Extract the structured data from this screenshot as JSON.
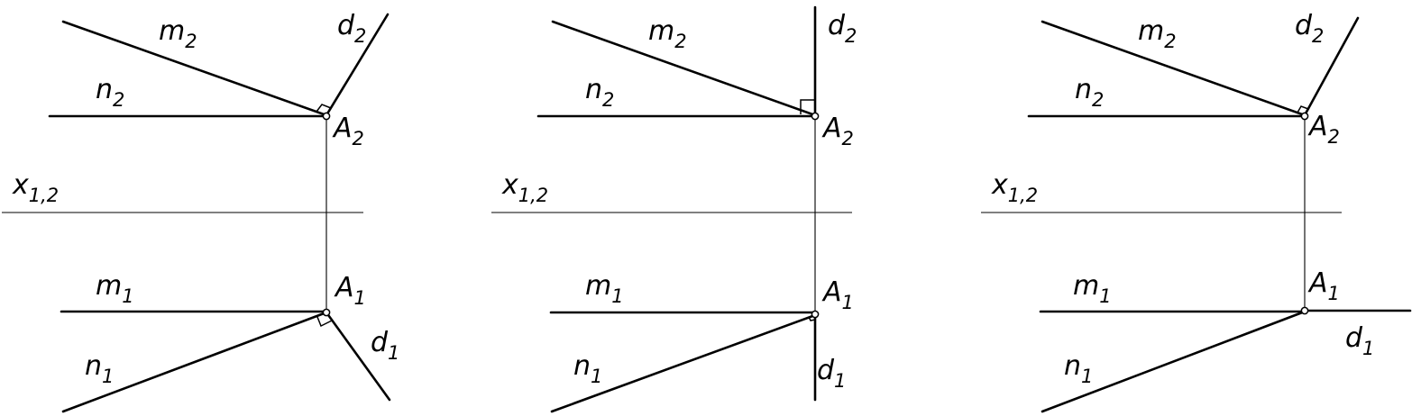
{
  "labels": {
    "m2": {
      "main": "m",
      "sub": "2"
    },
    "n2": {
      "main": "n",
      "sub": "2"
    },
    "d2": {
      "main": "d",
      "sub": "2"
    },
    "A2": {
      "main": "A",
      "sub": "2"
    },
    "x12": {
      "main": "x",
      "sub": "1,2"
    },
    "m1": {
      "main": "m",
      "sub": "1"
    },
    "n1": {
      "main": "n",
      "sub": "1"
    },
    "A1": {
      "main": "A",
      "sub": "1"
    },
    "d1": {
      "main": "d",
      "sub": "1"
    }
  },
  "colors": {
    "line": "#000000",
    "background": "#ffffff"
  }
}
